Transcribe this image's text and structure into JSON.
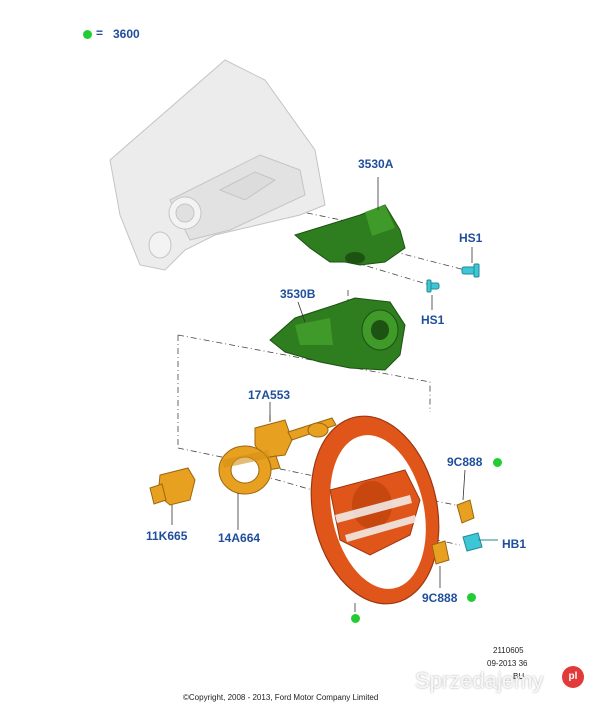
{
  "legend": {
    "equals": "=",
    "code": "3600",
    "dot_color": "#22cc33"
  },
  "labels": {
    "l3530A": "3530A",
    "lHS1a": "HS1",
    "lHS1b": "HS1",
    "l3530B": "3530B",
    "l17A553": "17A553",
    "l9C888a": "9C888",
    "l11K665": "11K665",
    "l14A664": "14A664",
    "lHB1": "HB1",
    "l9C888b": "9C888"
  },
  "footer": {
    "copyright": "©Copyright, 2008 - 2013, Ford Motor Company Limited",
    "ref1": "2110605",
    "ref2": "09-2013 36",
    "ref3": "BU"
  },
  "watermark": {
    "text": "Sprzedajemy",
    "logo": "pl"
  },
  "colors": {
    "label": "#1f4e9b",
    "shroud": "#2e7d1e",
    "switch": "#e8a020",
    "wheel": "#e0561a",
    "clip": "#3cc6d6",
    "dot": "#22cc33"
  }
}
